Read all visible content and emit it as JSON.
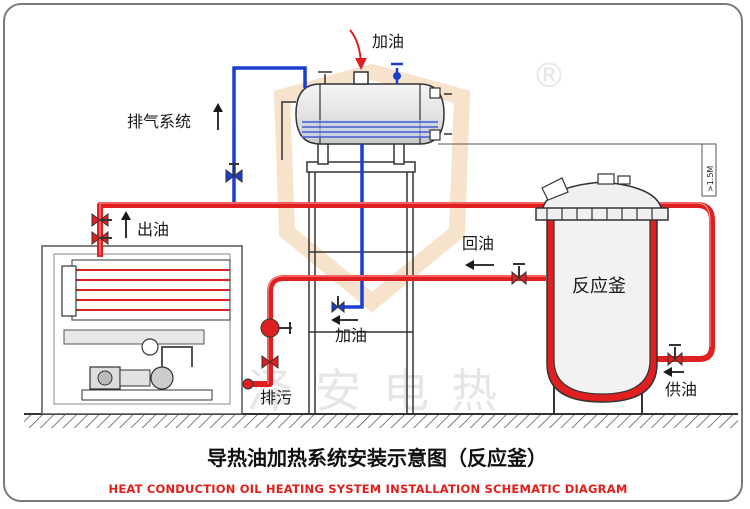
{
  "labels": {
    "add_oil_top": "加油",
    "exhaust_system": "排气系统",
    "oil_out": "出油",
    "return_oil": "回油",
    "reactor": "反应釜",
    "add_oil_mid": "加油",
    "drain": "排污",
    "oil_supply": "供油",
    "height_note": ">1.5M"
  },
  "watermark": {
    "registered": "®",
    "brand": "泽安电热"
  },
  "title": {
    "chinese": "导热油加热系统安装示意图（反应釜）",
    "english": "HEAT CONDUCTION OIL HEATING SYSTEM INSTALLATION SCHEMATIC DIAGRAM"
  },
  "colors": {
    "hot_pipe": "#e02020",
    "blue_pipe": "#1a3ecf",
    "outline": "#333333",
    "title_en": "#e0201b"
  }
}
